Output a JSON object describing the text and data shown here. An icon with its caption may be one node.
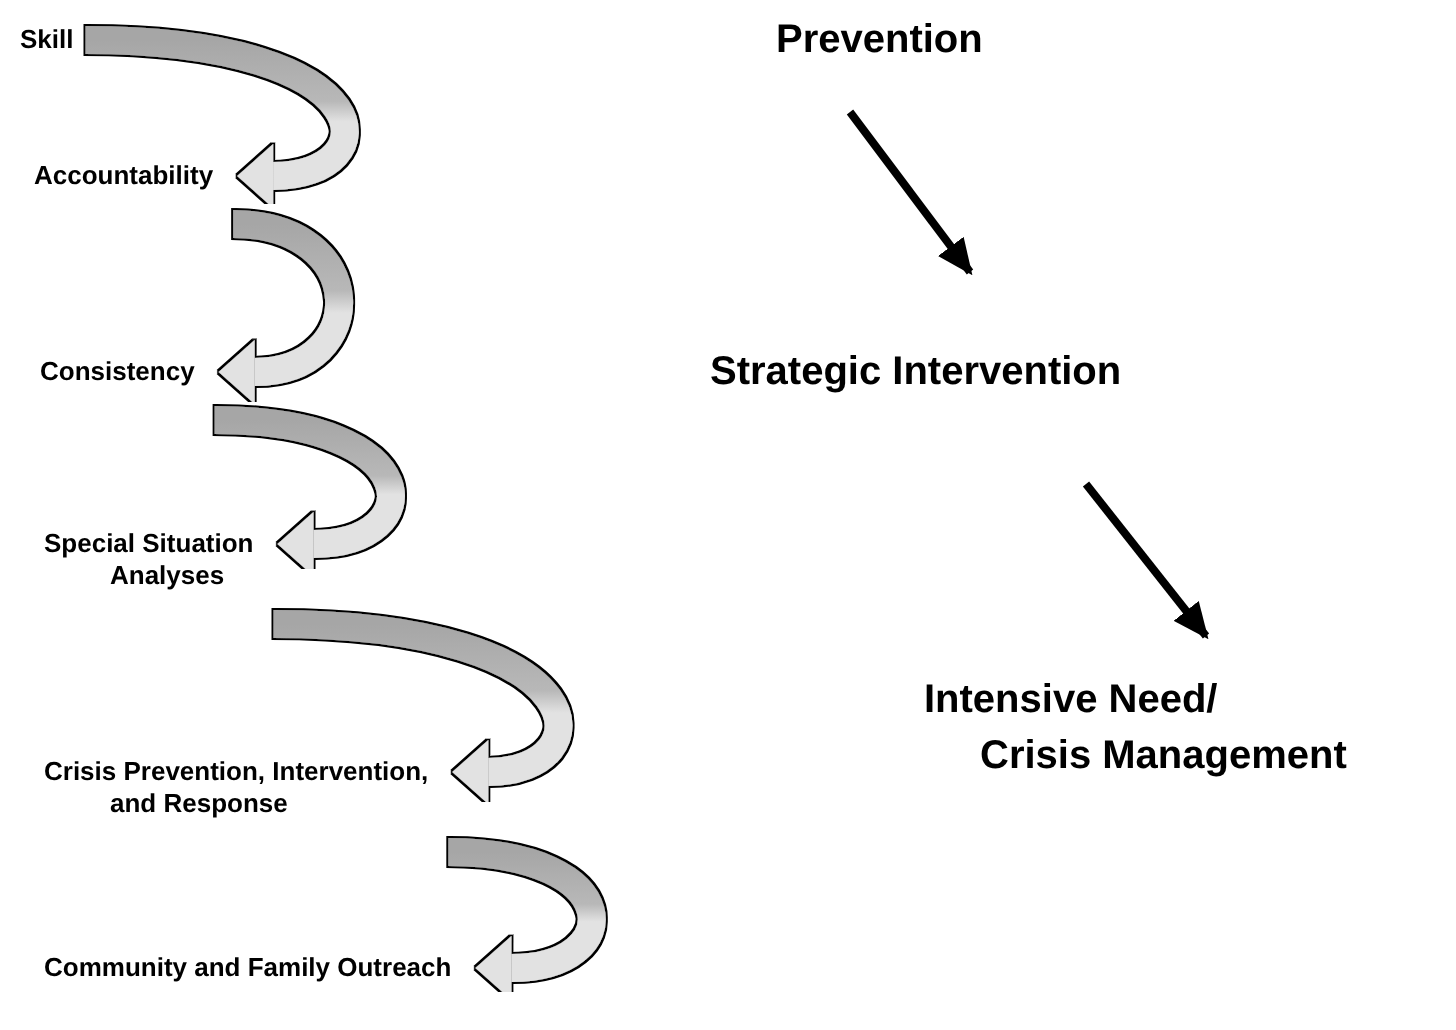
{
  "diagram": {
    "nodes": [
      {
        "text": [
          "Skill"
        ]
      },
      {
        "text": [
          "Accountability"
        ]
      },
      {
        "text": [
          "Consistency"
        ]
      },
      {
        "text": [
          "Special Situation Analyses"
        ]
      },
      {
        "text": [
          "Crisis Prevention, Intervention, and Response"
        ]
      },
      {
        "text": [
          "Community and Family Outreach"
        ]
      },
      {
        "text": [
          "Prevention"
        ]
      },
      {
        "text": [
          "Strategic Intervention"
        ]
      },
      {
        "text": [
          "Intensive Need/ Crisis Management"
        ]
      }
    ],
    "edges": [
      {
        "from": 0,
        "to": 1,
        "arrow": "to"
      },
      {
        "from": 1,
        "to": 2,
        "arrow": "to"
      },
      {
        "from": 2,
        "to": 3,
        "arrow": "to"
      },
      {
        "from": 3,
        "to": 4,
        "arrow": "to"
      },
      {
        "from": 4,
        "to": 5,
        "arrow": "to"
      },
      {
        "from": 6,
        "to": 7,
        "arrow": "to",
        "color": "#000000"
      },
      {
        "from": 7,
        "to": 8,
        "arrow": "to",
        "color": "#000000"
      }
    ]
  }
}
